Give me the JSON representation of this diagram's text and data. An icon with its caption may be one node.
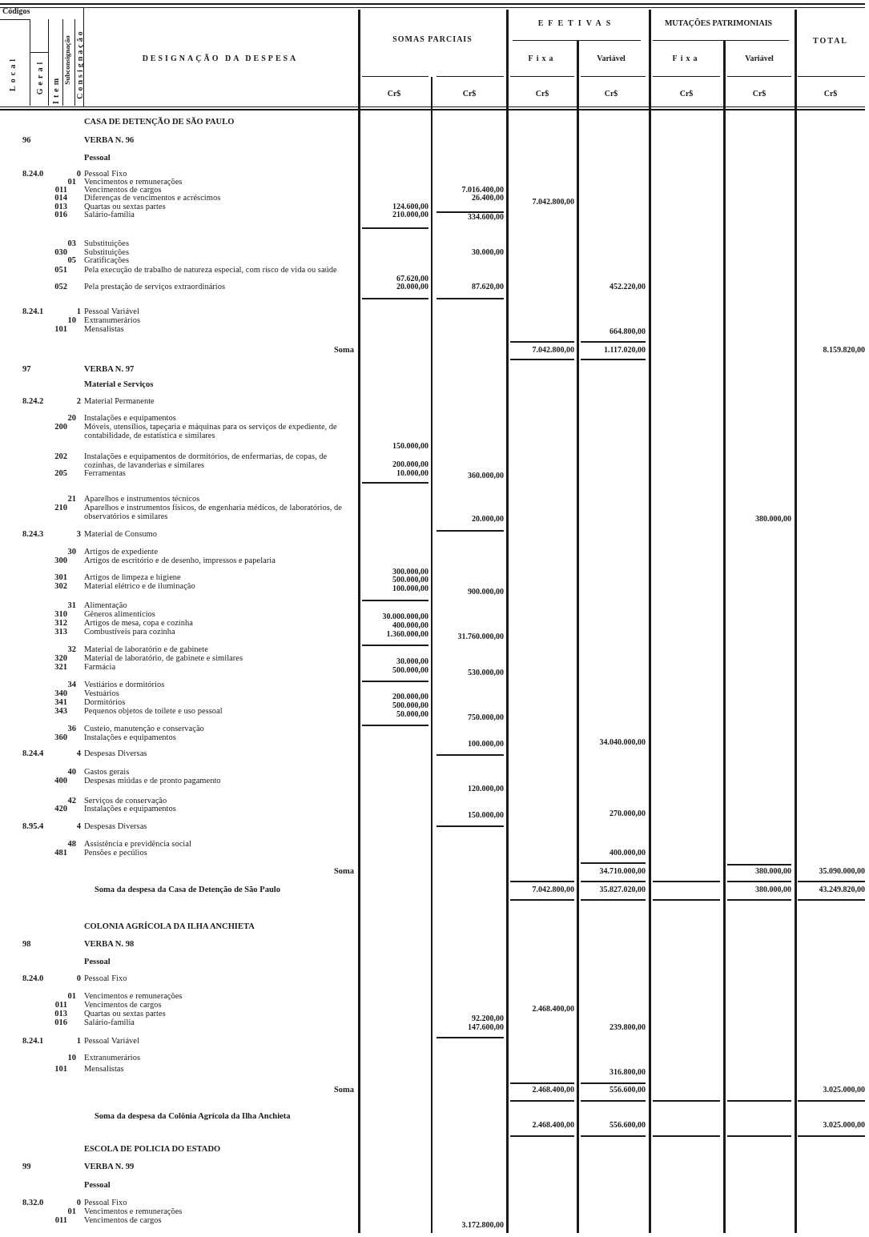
{
  "diagram": {
    "labels": [
      "Códigos",
      "Local",
      "Geral",
      "Item",
      "Subconsignação",
      "Consignação",
      "DESIGNAÇÃO DA DESPESA",
      "SOMAS PARCIAIS",
      "EFETIVAS",
      "MUTAÇÕES PATRIMONIAIS",
      "TOTAL",
      "Fixa",
      "Variável",
      "Fixa",
      "Variável",
      "Cr$",
      "Cr$",
      "Cr$",
      "Cr$",
      "Cr$",
      "Cr$",
      "Cr$",
      "CASA DE DETENÇÃO DE SÃO PAULO",
      "96",
      "VERBA N. 96",
      "Pessoal",
      "8.24.0",
      "0",
      "Pessoal Fixo",
      "01",
      "Vencimentos e remunerações",
      "011",
      "Vencimentos de cargos",
      "7.016.400,00",
      "014",
      "Diferenças de vencimentos e acréscimos",
      "26.400,00",
      "7.042.800,00",
      "013",
      "Quartas ou sextas partes",
      "124.600,00",
      "016",
      "Salário-família",
      "210.000,00",
      "334.600,00",
      "03",
      "Substituições",
      "030",
      "Substituições",
      "30.000,00",
      "05",
      "Gratificações",
      "051",
      "Pela execução de trabalho de natureza especial, com risco de vida ou saúde",
      "67.620,00",
      "052",
      "Pela prestação de serviços extraordinários",
      "20.000,00",
      "87.620,00",
      "452.220,00",
      "8.24.1",
      "1",
      "Pessoal Variável",
      "10",
      "Extranumerários",
      "101",
      "Mensalistas",
      "664.800,00",
      "Soma",
      "7.042.800,00",
      "1.117.020,00",
      "8.159.820,00",
      "97",
      "VERBA N. 97",
      "Material e Serviços",
      "8.24.2",
      "2",
      "Material Permanente",
      "20",
      "Instalações e equipamentos",
      "200",
      "Móveis, utensílios, tapeçaria e máquinas para os serviços de expediente, de contabilidade, de estatística e similares",
      "150.000,00",
      "202",
      "Instalações e equipamentos de dormitórios, de enfermarias, de copas, de cozinhas, de lavanderias e similares",
      "200.000,00",
      "205",
      "Ferramentas",
      "10.000,00",
      "360.000,00",
      "21",
      "Aparelhos e instrumentos técnicos",
      "210",
      "Aparelhos e instrumentos físicos, de engenharia médicos, de laboratórios, de observatórios e similares",
      "20.000,00",
      "380.000,00",
      "8.24.3",
      "3",
      "Material de Consumo",
      "30",
      "Artigos de expediente",
      "300",
      "Artigos de escritório e de desenho, impressos e papelaria",
      "300.000,00",
      "301",
      "Artigos de limpeza e higiene",
      "500.000,00",
      "302",
      "Material elétrico e de iluminação",
      "100.000,00",
      "900.000,00",
      "31",
      "Alimentação",
      "310",
      "Gêneros alimentícios",
      "30.000.000,00",
      "312",
      "Artigos de mesa, copa e cozinha",
      "400.000,00",
      "313",
      "Combustíveis para cozinha",
      "1.360.000,00",
      "31.760.000,00",
      "32",
      "Material de laboratório e de gabinete",
      "320",
      "Material de laboratório, de gabinete e similares",
      "30.000,00",
      "321",
      "Farmácia",
      "500.000,00",
      "530.000,00",
      "34",
      "Vestiários e dormitórios",
      "340",
      "Vestuários",
      "200.000,00",
      "341",
      "Dormitórios",
      "500.000,00",
      "343",
      "Pequenos objetos de toilete e uso pessoal",
      "50.000,00",
      "750.000,00",
      "36",
      "Custeio, manutenção e conservação",
      "360",
      "Instalações e equipamentos",
      "100.000,00",
      "34.040.000,00",
      "8.24.4",
      "4",
      "Despesas Diversas",
      "40",
      "Gastos gerais",
      "400",
      "Despesas miúdas e de pronto pagamento",
      "120.000,00",
      "42",
      "Serviços de conservação",
      "420",
      "Instalações e equipamentos",
      "150.000,00",
      "270.000,00",
      "8.95.4",
      "4",
      "Despesas Diversas",
      "48",
      "Assistência e previdência social",
      "481",
      "Pensões e pecúlios",
      "400.000,00",
      "Soma",
      "34.710.000,00",
      "380.000,00",
      "35.090.000,00",
      "Soma da despesa da Casa de Detenção de São Paulo",
      "7.042.800,00",
      "35.827.020,00",
      "380.000,00",
      "43.249.820,00",
      "COLONIA AGRÍCOLA DA ILHA ANCHIETA",
      "98",
      "VERBA N. 98",
      "Pessoal",
      "8.24.0",
      "0",
      "Pessoal Fixo",
      "01",
      "Vencimentos e remunerações",
      "011",
      "Vencimentos de cargos",
      "2.468.400,00",
      "013",
      "Quartas ou sextas partes",
      "92.200,00",
      "016",
      "Salário-família",
      "147.600,00",
      "239.800,00",
      "8.24.1",
      "1",
      "Pessoal Variável",
      "10",
      "Extranumerários",
      "101",
      "Mensalistas",
      "316.800,00",
      "Soma",
      "2.468.400,00",
      "556.600,00",
      "3.025.000,00",
      "Soma da despesa da Colônia Agrícola da Ilha Anchieta",
      "2.468.400,00",
      "556.600,00",
      "3.025.000,00",
      "ESCOLA DE POLICIA DO ESTADO",
      "99",
      "VERBA N. 99",
      "Pessoal",
      "8.32.0",
      "0",
      "Pessoal Fixo",
      "01",
      "Vencimentos e remunerações",
      "011",
      "Vencimentos de cargos",
      "3.172.800,00"
    ]
  }
}
